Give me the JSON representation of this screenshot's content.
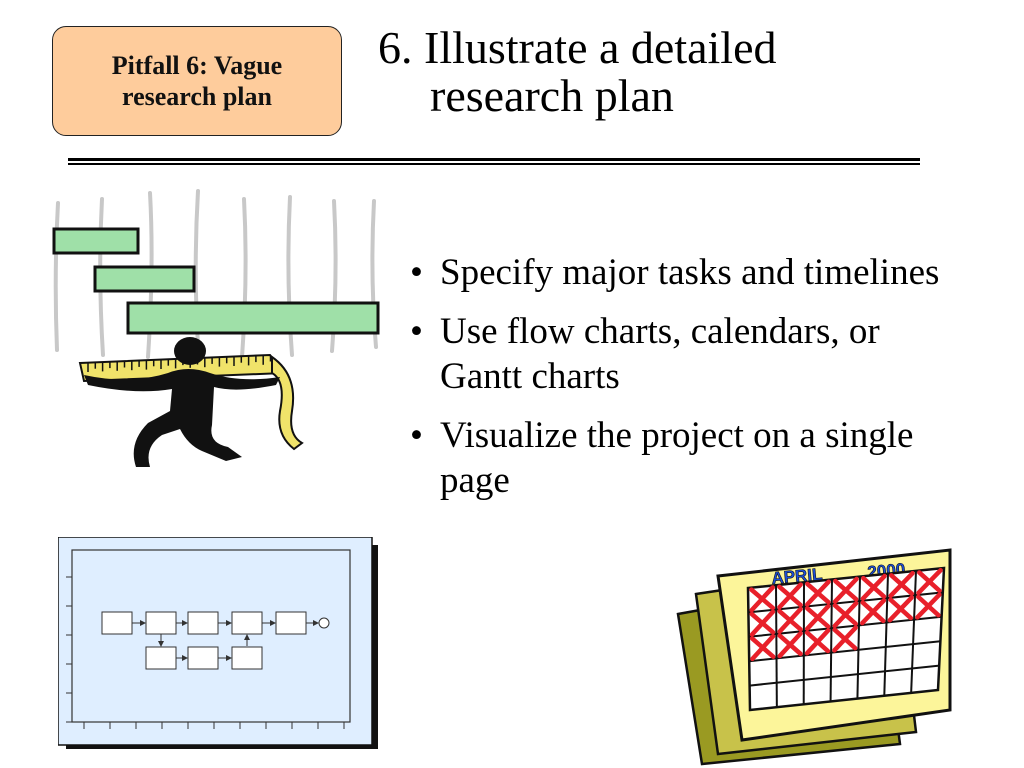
{
  "pitfall": {
    "line1": "Pitfall 6: Vague",
    "line2": "research plan"
  },
  "title": {
    "line1": "6. Illustrate a detailed",
    "line2": "research plan"
  },
  "bullets": [
    {
      "text": "Specify major tasks and timelines"
    },
    {
      "text": "Use flow charts, calendars, or Gantt charts"
    },
    {
      "text": "Visualize the project on a single page"
    }
  ],
  "bullet_symbol": "•",
  "calendar": {
    "month": "APRIL",
    "year": "2000"
  },
  "colors": {
    "pitfall_fill": "#fecc9c",
    "gantt_bar": "#9fe0a8",
    "flowchart_bg": "#dfeeff",
    "calendar_front": "#fcf59a",
    "calendar_mid": "#c8c24a",
    "calendar_back": "#9a9a22",
    "calendar_text": "#1c4fd8",
    "cross_mark": "#e8202a"
  }
}
